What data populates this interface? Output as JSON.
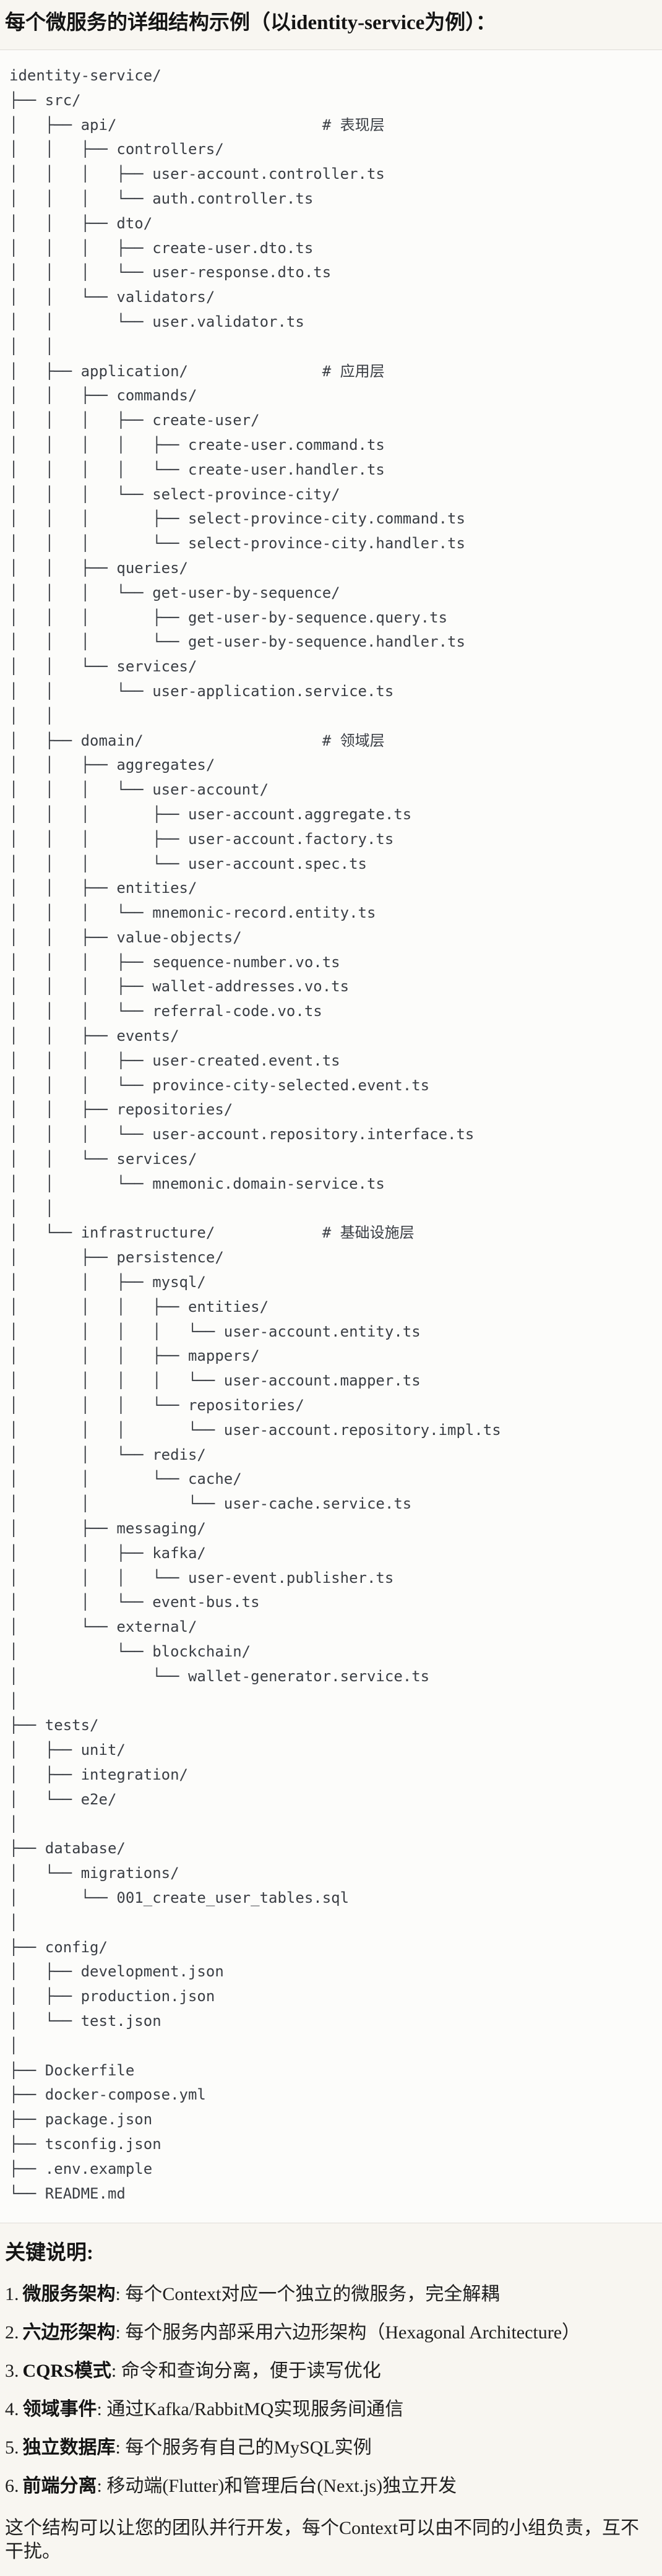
{
  "title": "每个微服务的详细结构示例（以identity-service为例）：",
  "tree": {
    "lines": [
      "identity-service/",
      "├── src/",
      "│   ├── api/                       # 表现层",
      "│   │   ├── controllers/",
      "│   │   │   ├── user-account.controller.ts",
      "│   │   │   └── auth.controller.ts",
      "│   │   ├── dto/",
      "│   │   │   ├── create-user.dto.ts",
      "│   │   │   └── user-response.dto.ts",
      "│   │   └── validators/",
      "│   │       └── user.validator.ts",
      "│   │",
      "│   ├── application/               # 应用层",
      "│   │   ├── commands/",
      "│   │   │   ├── create-user/",
      "│   │   │   │   ├── create-user.command.ts",
      "│   │   │   │   └── create-user.handler.ts",
      "│   │   │   └── select-province-city/",
      "│   │   │       ├── select-province-city.command.ts",
      "│   │   │       └── select-province-city.handler.ts",
      "│   │   ├── queries/",
      "│   │   │   └── get-user-by-sequence/",
      "│   │   │       ├── get-user-by-sequence.query.ts",
      "│   │   │       └── get-user-by-sequence.handler.ts",
      "│   │   └── services/",
      "│   │       └── user-application.service.ts",
      "│   │",
      "│   ├── domain/                    # 领域层",
      "│   │   ├── aggregates/",
      "│   │   │   └── user-account/",
      "│   │   │       ├── user-account.aggregate.ts",
      "│   │   │       ├── user-account.factory.ts",
      "│   │   │       └── user-account.spec.ts",
      "│   │   ├── entities/",
      "│   │   │   └── mnemonic-record.entity.ts",
      "│   │   ├── value-objects/",
      "│   │   │   ├── sequence-number.vo.ts",
      "│   │   │   ├── wallet-addresses.vo.ts",
      "│   │   │   └── referral-code.vo.ts",
      "│   │   ├── events/",
      "│   │   │   ├── user-created.event.ts",
      "│   │   │   └── province-city-selected.event.ts",
      "│   │   ├── repositories/",
      "│   │   │   └── user-account.repository.interface.ts",
      "│   │   └── services/",
      "│   │       └── mnemonic.domain-service.ts",
      "│   │",
      "│   └── infrastructure/            # 基础设施层",
      "│       ├── persistence/",
      "│       │   ├── mysql/",
      "│       │   │   ├── entities/",
      "│       │   │   │   └── user-account.entity.ts",
      "│       │   │   ├── mappers/",
      "│       │   │   │   └── user-account.mapper.ts",
      "│       │   │   └── repositories/",
      "│       │   │       └── user-account.repository.impl.ts",
      "│       │   └── redis/",
      "│       │       └── cache/",
      "│       │           └── user-cache.service.ts",
      "│       ├── messaging/",
      "│       │   ├── kafka/",
      "│       │   │   └── user-event.publisher.ts",
      "│       │   └── event-bus.ts",
      "│       └── external/",
      "│           └── blockchain/",
      "│               └── wallet-generator.service.ts",
      "│",
      "├── tests/",
      "│   ├── unit/",
      "│   ├── integration/",
      "│   └── e2e/",
      "│",
      "├── database/",
      "│   └── migrations/",
      "│       └── 001_create_user_tables.sql",
      "│",
      "├── config/",
      "│   ├── development.json",
      "│   ├── production.json",
      "│   └── test.json",
      "│",
      "├── Dockerfile",
      "├── docker-compose.yml",
      "├── package.json",
      "├── tsconfig.json",
      "├── .env.example",
      "└── README.md"
    ]
  },
  "notes": {
    "heading": "关键说明:",
    "separator": ": ",
    "items": [
      {
        "num": "1.",
        "term": "微服务架构",
        "desc": "每个Context对应一个独立的微服务，完全解耦"
      },
      {
        "num": "2.",
        "term": "六边形架构",
        "desc": "每个服务内部采用六边形架构（Hexagonal Architecture）"
      },
      {
        "num": "3.",
        "term": "CQRS模式",
        "desc": "命令和查询分离，便于读写优化"
      },
      {
        "num": "4.",
        "term": "领域事件",
        "desc": "通过Kafka/RabbitMQ实现服务间通信"
      },
      {
        "num": "5.",
        "term": "独立数据库",
        "desc": "每个服务有自己的MySQL实例"
      },
      {
        "num": "6.",
        "term": "前端分离",
        "desc": "移动端(Flutter)和管理后台(Next.js)独立开发"
      }
    ],
    "footer": "这个结构可以让您的团队并行开发，每个Context可以由不同的小组负责，互不干扰。"
  },
  "colors": {
    "page_bg": "#f8f6f1",
    "code_bg": "#fcfcfa",
    "code_border": "#dfddd8",
    "code_text": "#3a3e44",
    "heading_text": "#141414",
    "body_text": "#202020"
  }
}
